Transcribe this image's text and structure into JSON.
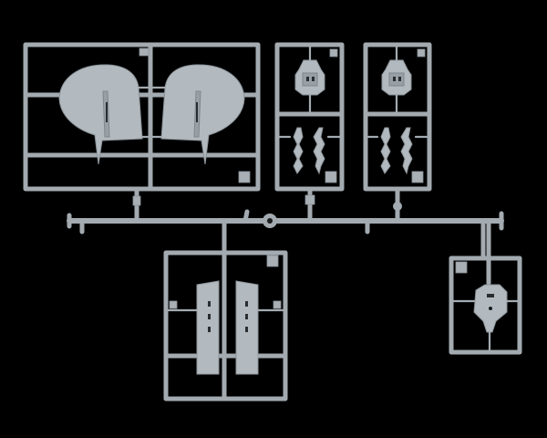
{
  "scene": {
    "background_color": "#000000",
    "plastic_color": "#a3abb1",
    "frames": [
      {
        "id": "upper-left",
        "parts": [
          "wing-left",
          "wing-right"
        ]
      },
      {
        "id": "upper-middle",
        "parts": [
          "cowl-top",
          "rib-pair"
        ]
      },
      {
        "id": "upper-right",
        "parts": [
          "cowl-top",
          "rib-pair"
        ]
      },
      {
        "id": "lower-left",
        "parts": [
          "panel-left",
          "panel-right"
        ]
      },
      {
        "id": "lower-right",
        "parts": [
          "bulkhead"
        ]
      }
    ]
  }
}
